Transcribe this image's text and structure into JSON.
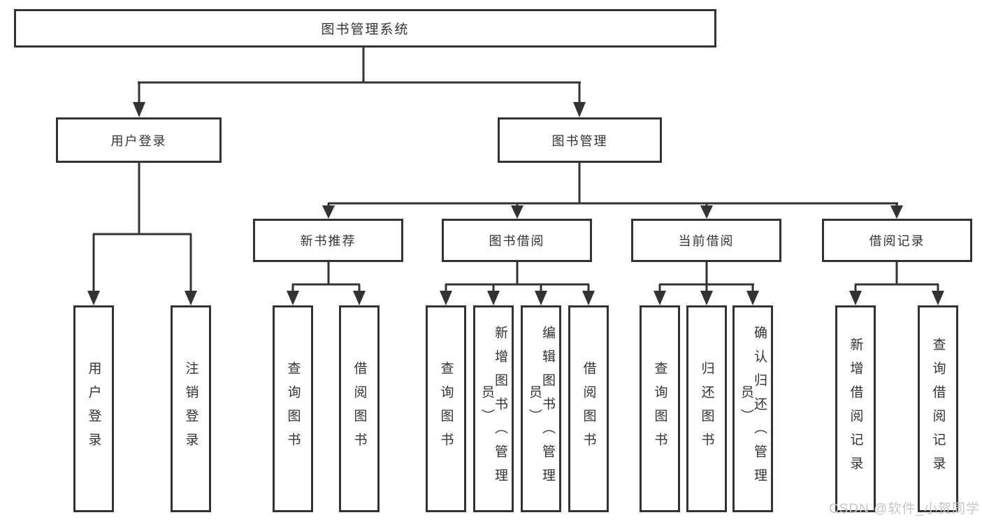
{
  "diagram_title": "图书管理系统",
  "colors": {
    "line": "#333333",
    "background": "#ffffff",
    "watermark_text": "#c6c6c6"
  },
  "tree": {
    "root": {
      "label": "图书管理系统"
    },
    "branches": [
      {
        "label": "用户登录",
        "children": [
          {
            "label": "用户登录"
          },
          {
            "label": "注销登录"
          }
        ]
      },
      {
        "label": "图书管理",
        "children": [
          {
            "label": "新书推荐",
            "children": [
              {
                "label": "查询图书"
              },
              {
                "label": "借阅图书"
              }
            ]
          },
          {
            "label": "图书借阅",
            "children": [
              {
                "label": "查询图书"
              },
              {
                "label": "新增图书（管理员）"
              },
              {
                "label": "编辑图书（管理员）"
              },
              {
                "label": "借阅图书"
              }
            ]
          },
          {
            "label": "当前借阅",
            "children": [
              {
                "label": "查询图书"
              },
              {
                "label": "归还图书"
              },
              {
                "label": "确认归还（管理员）"
              }
            ]
          },
          {
            "label": "借阅记录",
            "children": [
              {
                "label": "新增借阅记录"
              },
              {
                "label": "查询借阅记录"
              }
            ]
          }
        ]
      }
    ]
  },
  "watermark": {
    "text": "CSDN @软件_小贺同学"
  }
}
